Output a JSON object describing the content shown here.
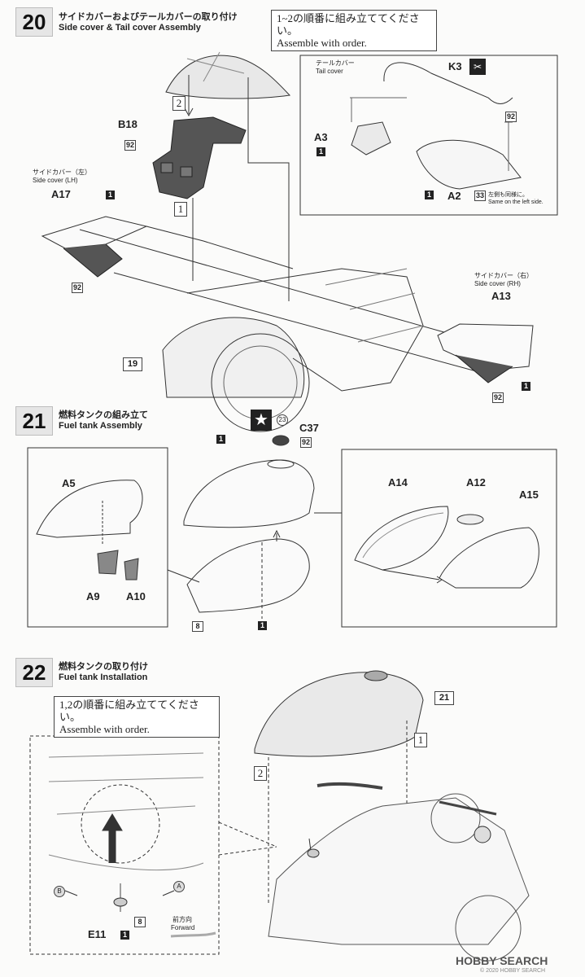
{
  "steps": [
    {
      "number": "20",
      "title_jp": "サイドカバーおよびテールカバーの取り付け",
      "title_en": "Side cover & Tail cover Assembly",
      "note_jp": "1~2の順番に組み立ててください。",
      "note_en": "Assemble with order.",
      "tail_cover_jp": "テールカバー",
      "tail_cover_en": "Tail cover",
      "side_lh_jp": "サイドカバー（左）",
      "side_lh_en": "Side cover (LH)",
      "side_rh_jp": "サイドカバー（右）",
      "side_rh_en": "Side cover (RH)",
      "same_left_jp": "左側も同様に。",
      "same_left_en": "Same on the left side.",
      "parts": {
        "b18": "B18",
        "a17": "A17",
        "a13": "A13",
        "a3": "A3",
        "a2": "A2",
        "k3": "K3"
      },
      "ref": "19",
      "order1": "1",
      "order2": "2"
    },
    {
      "number": "21",
      "title_jp": "燃料タンクの組み立て",
      "title_en": "Fuel tank Assembly",
      "parts": {
        "a5": "A5",
        "a9": "A9",
        "a10": "A10",
        "c37": "C37",
        "a14": "A14",
        "a12": "A12",
        "a15": "A15"
      },
      "paint_23": "23"
    },
    {
      "number": "22",
      "title_jp": "燃料タンクの取り付け",
      "title_en": "Fuel tank Installation",
      "note_jp": "1,2の順番に組み立ててください。",
      "note_en": "Assemble with order.",
      "parts": {
        "e11": "E11"
      },
      "ref": "21",
      "forward_jp": "前方向",
      "forward_en": "Forward",
      "pin_a": "A",
      "pin_b": "B",
      "order1": "1",
      "order2": "2"
    }
  ],
  "codes": {
    "c1": "1",
    "c8": "8",
    "c33": "33",
    "c92": "92"
  },
  "footer": {
    "brand": "HOBBY SEARCH",
    "copyright": "© 2020 HOBBY SEARCH"
  }
}
